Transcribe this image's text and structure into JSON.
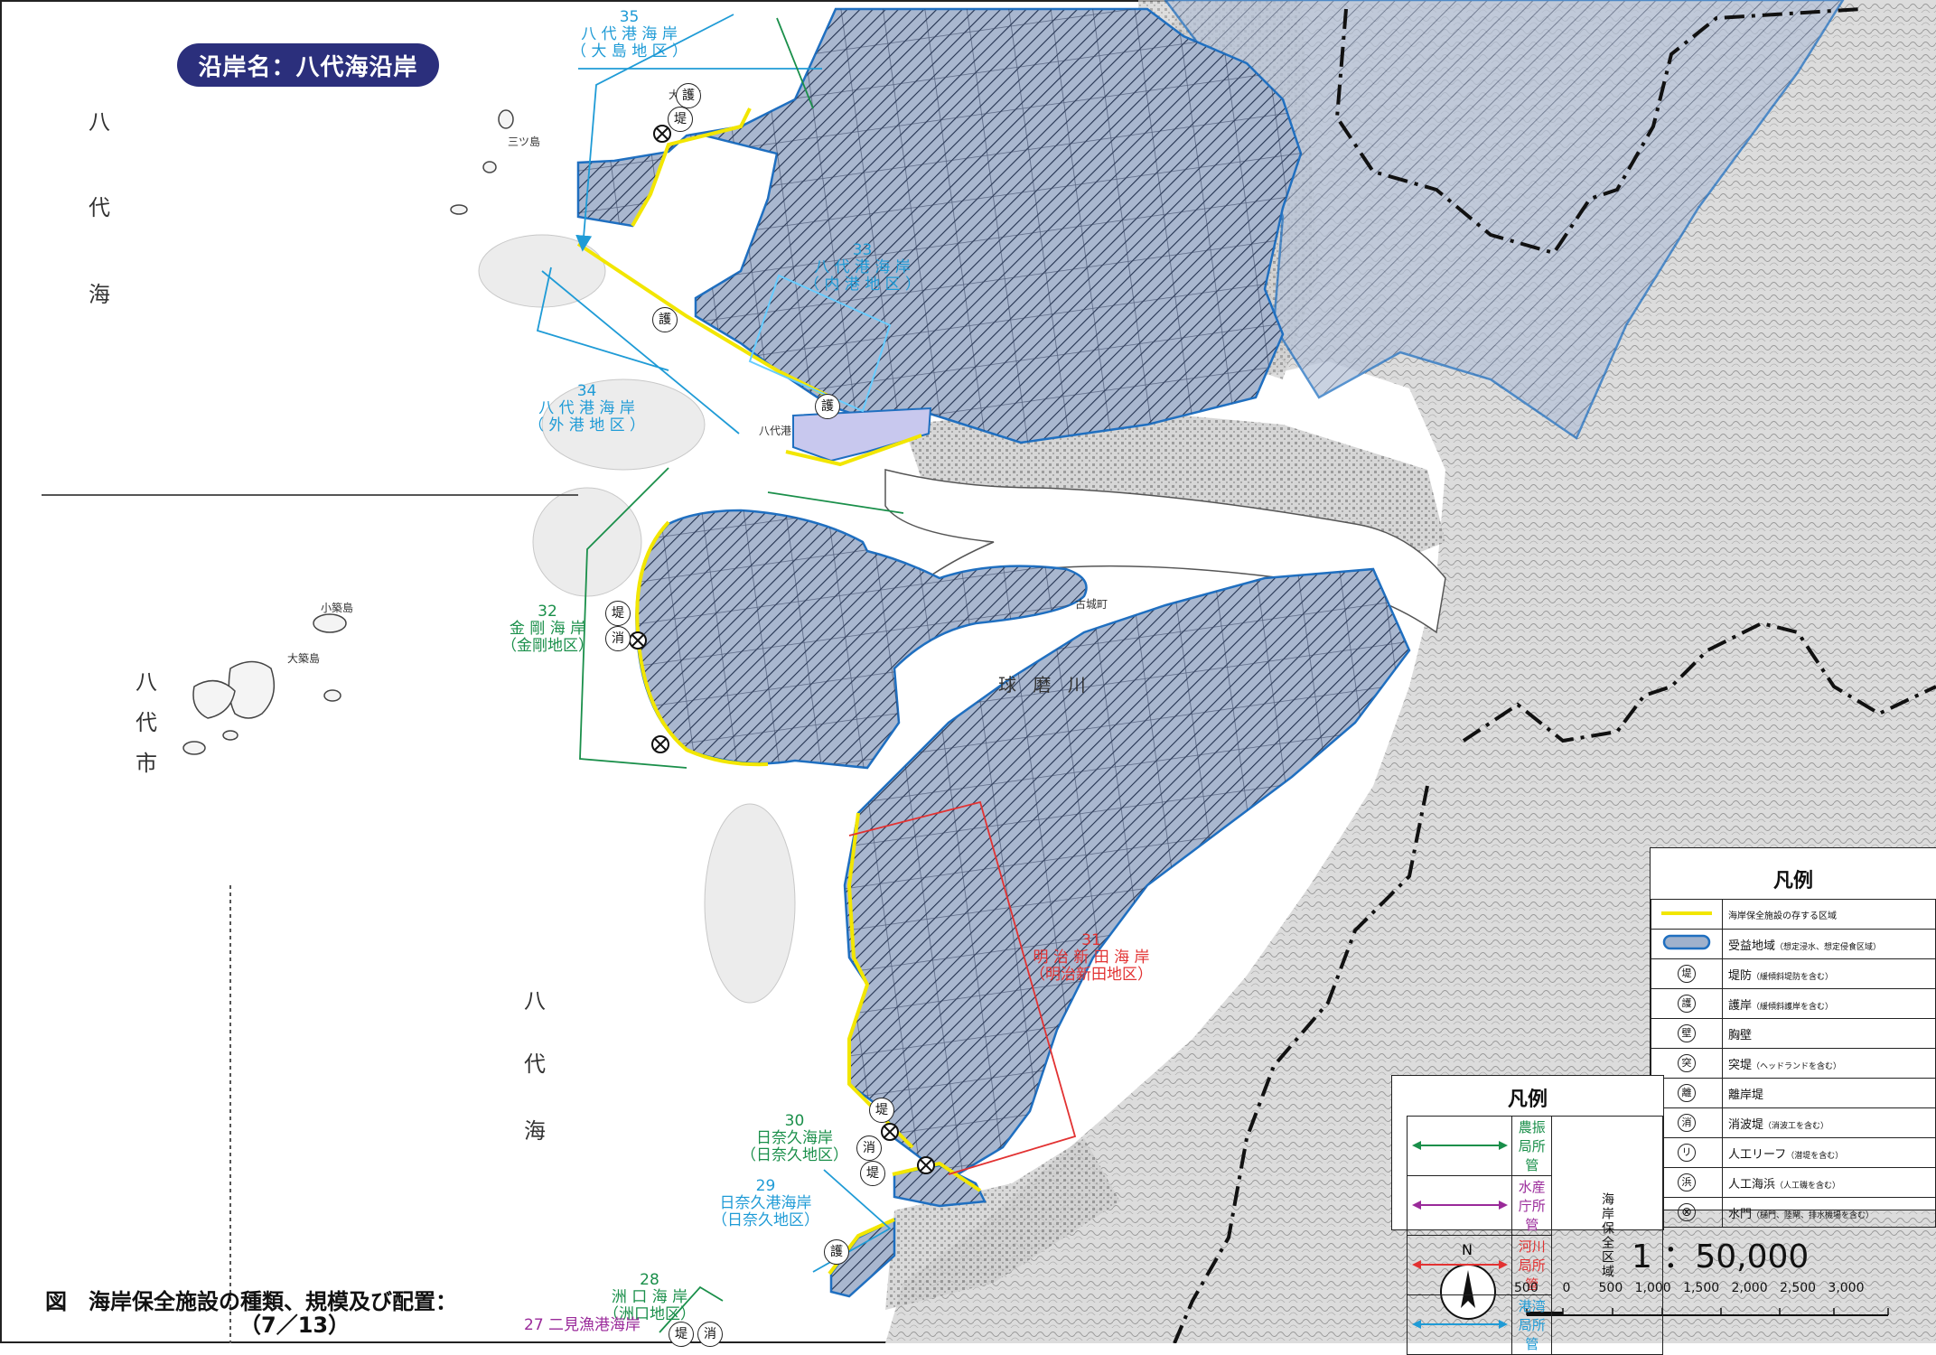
{
  "map_title": "沿岸名：八代海沿岸",
  "figure_caption": {
    "line1": "図　海岸保全施設の種類、規模及び配置：",
    "line2": "（7／13）"
  },
  "coast_labels": [
    {
      "num": "35",
      "name": "八 代 港 海 岸",
      "district": "（ 大 島 地 区 ）",
      "color": "blue"
    },
    {
      "num": "33",
      "name": "八 代 港 海 岸",
      "district": "（ 内 港 地 区 ）",
      "color": "blue"
    },
    {
      "num": "34",
      "name": "八 代 港 海 岸",
      "district": "（ 外 港 地 区 ）",
      "color": "blue"
    },
    {
      "num": "32",
      "name": "金 剛 海 岸",
      "district": "（金剛地区）",
      "color": "green"
    },
    {
      "num": "31",
      "name": "明 治 新 田 海 岸",
      "district": "（明治新田地区）",
      "color": "red"
    },
    {
      "num": "30",
      "name": "日奈久海岸",
      "district": "（日奈久地区）",
      "color": "green"
    },
    {
      "num": "29",
      "name": "日奈久港海岸",
      "district": "（日奈久地区）",
      "color": "blue"
    },
    {
      "num": "28",
      "name": "洲 口 海 岸",
      "district": "（洲口地区）",
      "color": "green"
    },
    {
      "num": "27",
      "name": "二見漁港海岸",
      "district": "",
      "color": "purple"
    }
  ],
  "sea_names": {
    "upper_left": [
      "八",
      "代",
      "海"
    ],
    "city": [
      "八",
      "代",
      "市"
    ],
    "lower_center": [
      "八",
      "代",
      "海"
    ]
  },
  "place_names": {
    "yatsushiro_port": "八代港",
    "kuma_river": "球 磨 川",
    "oshima": "大島町",
    "furukoga": "古城町",
    "mitsujima": "三ツ島",
    "osaishima": "大築島",
    "koshima": "小築島"
  },
  "facility_badges": {
    "go": "護",
    "tei": "堤",
    "sho": "消"
  },
  "legend_main": {
    "title": "凡例",
    "rows": [
      {
        "symbol": "yellow-line",
        "label": "海岸保全施設の存する区域",
        "note": ""
      },
      {
        "symbol": "blue-outline",
        "label": "受益地域",
        "note": "（想定浸水、想定侵食区域）"
      },
      {
        "symbol": "堤",
        "label": "堤防",
        "note": "（緩傾斜堤防を含む）"
      },
      {
        "symbol": "護",
        "label": "護岸",
        "note": "（緩傾斜護岸を含む）"
      },
      {
        "symbol": "壁",
        "label": "胸壁",
        "note": ""
      },
      {
        "symbol": "突",
        "label": "突堤",
        "note": "（ヘッドランドを含む）"
      },
      {
        "symbol": "離",
        "label": "離岸堤",
        "note": ""
      },
      {
        "symbol": "消",
        "label": "消波堤",
        "note": "（消波工を含む）"
      },
      {
        "symbol": "リ",
        "label": "人工リーフ",
        "note": "（潜堤を含む）"
      },
      {
        "symbol": "浜",
        "label": "人工海浜",
        "note": "（人工磯を含む）"
      },
      {
        "symbol": "⊗",
        "label": "水門",
        "note": "（樋門、陸閘、排水機場を含む）"
      }
    ]
  },
  "legend_jurisdiction": {
    "title": "凡例",
    "side_label": "海岸保全区域",
    "rows": [
      {
        "label": "農振局所管",
        "color": "#1a8f4a"
      },
      {
        "label": "水産庁所管",
        "color": "#9a2a9a"
      },
      {
        "label": "河川局所管",
        "color": "#e23232"
      },
      {
        "label": "港湾局所管",
        "color": "#1f9bd6"
      }
    ]
  },
  "scale": {
    "ratio": "1 ：50,000",
    "ticks": [
      "500",
      "0",
      "500",
      "1,000",
      "1,500",
      "2,000",
      "2,500",
      "3,000"
    ],
    "north": "N"
  },
  "colors": {
    "benefit_fill": "#9fb1cc",
    "benefit_outline": "#1f6fc0",
    "facility_line": "#f2e600",
    "title_bg": "#2b2f7c"
  }
}
